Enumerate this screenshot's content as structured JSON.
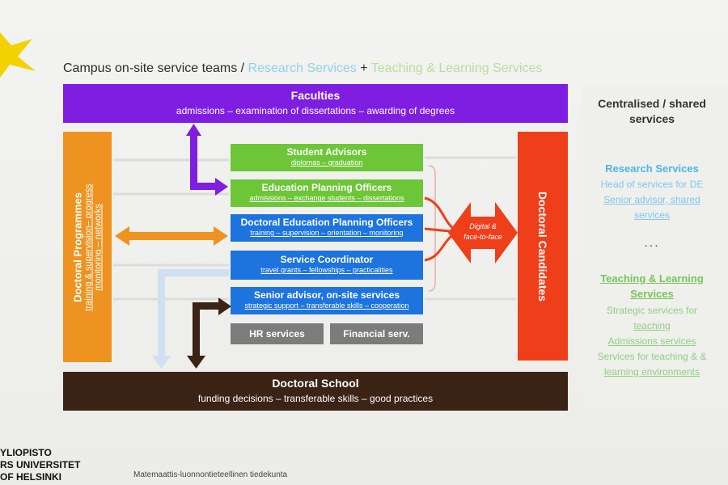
{
  "title": {
    "main": "Campus on-site service teams / ",
    "research": "Research Services",
    "plus": " + ",
    "teaching": "Teaching & Learning Services"
  },
  "faculties": {
    "title": "Faculties",
    "subtitle": "admissions – examination of dissertations – awarding of degrees"
  },
  "doctoral_programmes": {
    "title": "Doctoral Programmes",
    "subtitle_1": "training & supervision– progress",
    "subtitle_2": "monitoring – networks"
  },
  "doctoral_candidates": {
    "title": "Doctoral Candidates"
  },
  "doctoral_school": {
    "title": "Doctoral School",
    "subtitle": "funding decisions – transferable skills – good practices"
  },
  "services": {
    "student_advisors": {
      "title": "Student Advisors",
      "subtitle": "diplomas – graduation"
    },
    "education_planning": {
      "title": "Education Planning Officers",
      "subtitle": "admissions – exchange students – dissertations"
    },
    "doctoral_education_planning": {
      "title": "Doctoral Education Planning Officers",
      "subtitle": "training – supervision – orientation – monitoring"
    },
    "service_coordinator": {
      "title": "Service Coordinator",
      "subtitle": "travel grants – fellowships – practicalities"
    },
    "senior_advisor": {
      "title": "Senior advisor, on-site services",
      "subtitle": "strategic support – transferable skills – cooperation"
    },
    "hr": "HR services",
    "financial": "Financial serv."
  },
  "digital_label_1": "Digital &",
  "digital_label_2": "face-to-face",
  "right_panel": {
    "title_1": "Centralised / shared",
    "title_2": "services",
    "research_title": "Research Services",
    "research_lines": [
      "Head of services for DE",
      "Senior advisor, shared",
      "services"
    ],
    "dots": "...",
    "teaching_title_1": "Teaching & Learning",
    "teaching_title_2": "Services",
    "teaching_lines": [
      "Strategic services for",
      "teaching",
      "Admissions services",
      "Services for teaching & &",
      "learning environments"
    ]
  },
  "logo": {
    "line1": "YLIOPISTO",
    "line2": "RS UNIVERSITET",
    "line3": "OF HELSINKI"
  },
  "footer": "Matemaattis-luonnontieteellinen tiedekunta",
  "colors": {
    "faculties": "#7f1ee0",
    "doctoral_programmes": "#ef9320",
    "doctoral_candidates": "#ef3e1a",
    "doctoral_school": "#3b2316",
    "green_service": "#6cc637",
    "blue_service": "#1d74de",
    "gray_service": "#7c7c7c",
    "research": "#4cb6e6",
    "teaching": "#77c45a"
  }
}
